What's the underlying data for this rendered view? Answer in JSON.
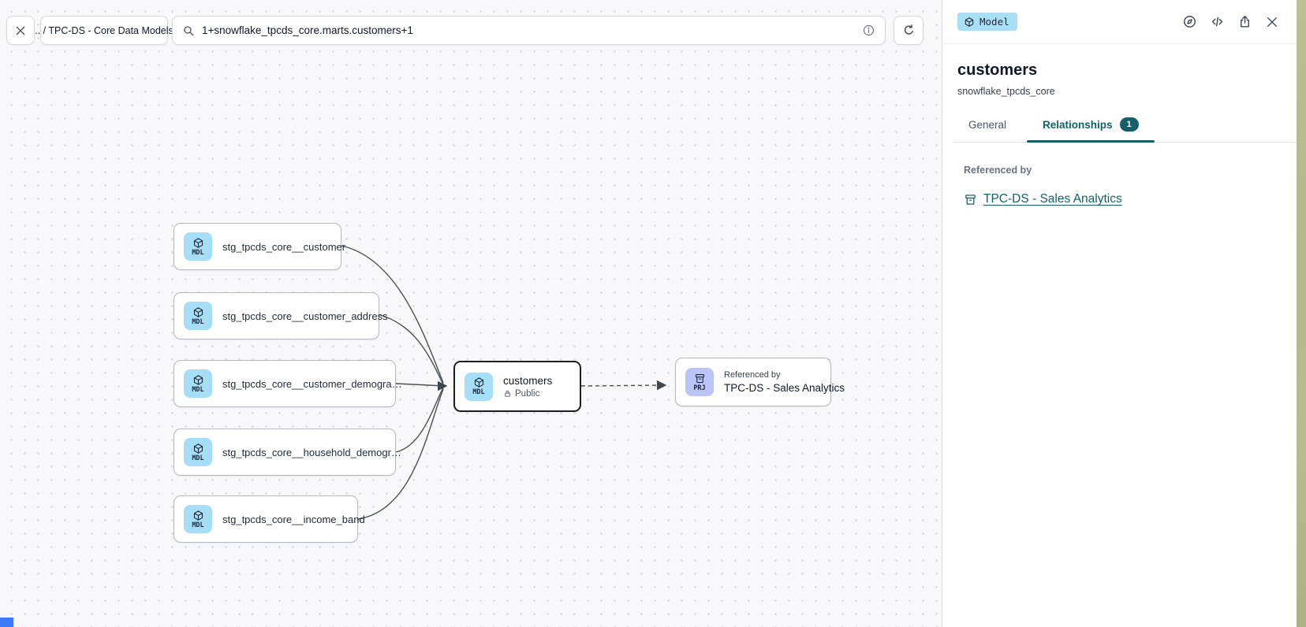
{
  "toolbar": {
    "breadcrumb": ".. / TPC-DS - Core Data Models",
    "search": {
      "value": "1+snowflake_tpcds_core.marts.customers+1",
      "icons": [
        "magnifier-icon",
        "info-circle-icon"
      ]
    },
    "icons": [
      "close-icon",
      "refresh-icon"
    ]
  },
  "panel": {
    "type_badge": {
      "label": "Model",
      "icon": "cube-icon"
    },
    "header_icons": [
      "compass-icon",
      "code-icon",
      "share-icon",
      "close-icon"
    ],
    "title": "customers",
    "subtitle": "snowflake_tpcds_core",
    "tabs": {
      "general": {
        "label": "General"
      },
      "relationships": {
        "label": "Relationships",
        "count": "1",
        "active": true
      }
    },
    "referenced_by": {
      "section_label": "Referenced by",
      "link": {
        "icon": "archive-box-icon",
        "label": "TPC-DS - Sales Analytics"
      }
    }
  },
  "canvas": {
    "upstream_nodes": [
      {
        "badge": "MDL",
        "icon": "cube-icon",
        "label": "stg_tpcds_core__customer"
      },
      {
        "badge": "MDL",
        "icon": "cube-icon",
        "label": "stg_tpcds_core__customer_address"
      },
      {
        "badge": "MDL",
        "icon": "cube-icon",
        "label": "stg_tpcds_core__customer_demogra…"
      },
      {
        "badge": "MDL",
        "icon": "cube-icon",
        "label": "stg_tpcds_core__household_demogr…"
      },
      {
        "badge": "MDL",
        "icon": "cube-icon",
        "label": "stg_tpcds_core__income_band"
      }
    ],
    "selected_node": {
      "badge": "MDL",
      "icon": "cube-icon",
      "title": "customers",
      "access_icon": "lock-icon",
      "access": "Public"
    },
    "downstream_node": {
      "badge": "PRJ",
      "icon": "archive-box-icon",
      "kicker": "Referenced by",
      "title": "TPC-DS - Sales Analytics"
    }
  },
  "colors": {
    "accent_teal": "#136068",
    "model_badge_bg": "#a9def5",
    "mdl_icon_bg": "#a6def7",
    "prj_icon_bg": "#bac4f7",
    "selected_node_border": "#1f1f1f",
    "edge": "#4a5057",
    "canvas_bg": "#f8f8fa",
    "olive_strip": "#b2b88b",
    "corner_square_blue": "#3e7bfa"
  }
}
